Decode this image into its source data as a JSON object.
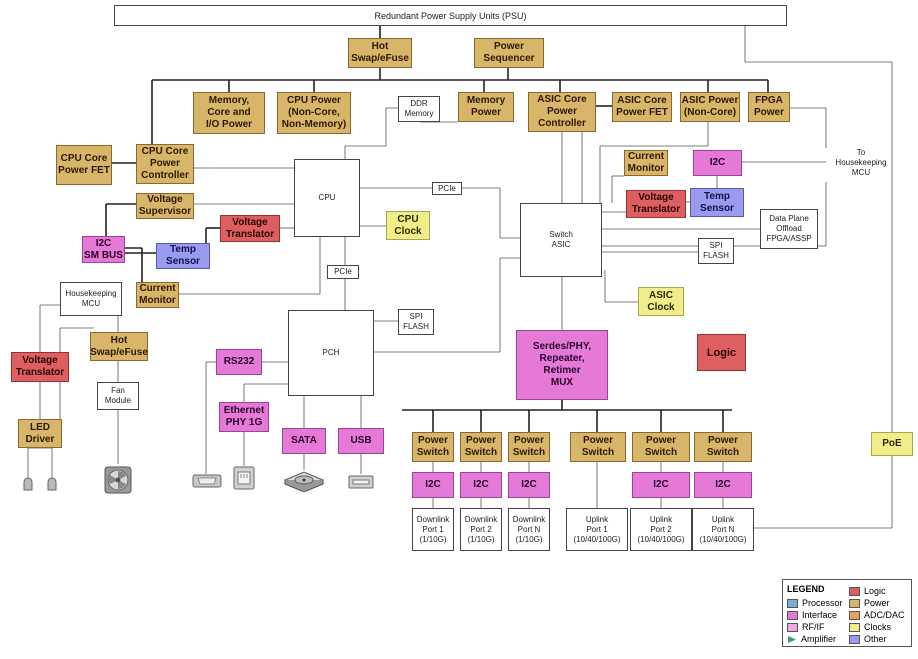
{
  "psu": "Redundant Power Supply Units (PSU)",
  "hot_swap_top": "Hot\nSwap/eFuse",
  "power_sequencer": "Power\nSequencer",
  "memory_core_io": "Memory,\nCore and\nI/O Power",
  "cpu_power_noncore": "CPU Power\n(Non-Core,\nNon-Memory)",
  "ddr_memory": "DDR\nMemory",
  "memory_power": "Memory\nPower",
  "asic_core_ctrl": "ASIC Core\nPower\nController",
  "asic_core_fet": "ASIC Core\nPower FET",
  "asic_power_noncore": "ASIC Power\n(Non-Core)",
  "fpga_power": "FPGA\nPower",
  "cpu_core_fet": "CPU Core\nPower FET",
  "cpu_core_ctrl": "CPU Core\nPower\nController",
  "cpu": "CPU",
  "pcie_1": "PCIe",
  "pcie_2": "PCIe",
  "voltage_supervisor": "Voltage\nSupervisor",
  "voltage_translator_1": "Voltage\nTranslator",
  "cpu_clock": "CPU\nClock",
  "i2c_smbus": "I2C\nSM BUS",
  "temp_sensor_1": "Temp\nSensor",
  "current_monitor_1": "Current\nMonitor",
  "housekeeping_mcu": "Housekeeping\nMCU",
  "hot_swap_2": "Hot\nSwap/eFuse",
  "voltage_translator_2": "Voltage\nTranslator",
  "fan_module": "Fan\nModule",
  "led_driver": "LED\nDriver",
  "switch_asic": "Switch\nASIC",
  "current_monitor_2": "Current\nMonitor",
  "i2c_top": "I2C",
  "voltage_translator_3": "Voltage\nTranslator",
  "temp_sensor_2": "Temp\nSensor",
  "to_housekeeping": "To\nHousekeeping\nMCU",
  "data_plane": "Data Plane\nOffload\nFPGA/ASSP",
  "spi_flash_1": "SPI\nFLASH",
  "spi_flash_2": "SPI\nFLASH",
  "asic_clock": "ASIC\nClock",
  "logic": "Logic",
  "pch": "PCH",
  "rs232": "RS232",
  "ethernet_phy": "Ethernet\nPHY 1G",
  "sata": "SATA",
  "usb": "USB",
  "serdes": "Serdes/PHY,\nRepeater,\nRetimer\nMUX",
  "power_switch": "Power\nSwitch",
  "i2c": "I2C",
  "poe": "PoE",
  "ports": [
    "Downlink\nPort 1\n(1/10G)",
    "Downlink\nPort 2\n(1/10G)",
    "Downlink\nPort N\n(1/10G)",
    "Uplink\nPort 1\n(10/40/100G)",
    "Uplink\nPort 2\n(10/40/100G)",
    "Uplink\nPort N\n(10/40/100G)"
  ],
  "legend": {
    "title": "LEGEND",
    "items": [
      {
        "label": "Processor",
        "color": "#7aaed6"
      },
      {
        "label": "Logic",
        "color": "#dd5f5f"
      },
      {
        "label": "Interface",
        "color": "#e47ad6"
      },
      {
        "label": "Power",
        "color": "#d9b56a"
      },
      {
        "label": "RF/IF",
        "color": "#f2a8e6"
      },
      {
        "label": "ADC/DAC",
        "color": "#e8a060"
      },
      {
        "label": "Amplifier",
        "color": "#3aa06a"
      },
      {
        "label": "Clocks",
        "color": "#f0ee8a"
      },
      {
        "label": "Other",
        "color": "#9a9aee"
      }
    ]
  }
}
